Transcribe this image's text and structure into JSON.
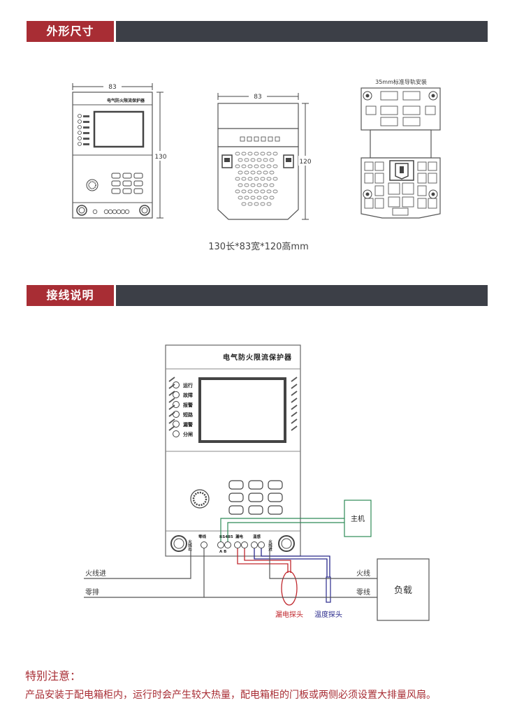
{
  "sections": {
    "dimensions": {
      "title": "外形尺寸"
    },
    "wiring": {
      "title": "接线说明"
    }
  },
  "dimensions": {
    "front": {
      "width_label": "83",
      "height_label": "130",
      "device_name": "电气防火限流保护器"
    },
    "side": {
      "width_label": "83",
      "height_label": "120"
    },
    "rail": {
      "label": "35mm标准导轨安装"
    },
    "caption": "130长*83宽*120高mm"
  },
  "device": {
    "title": "电气防火限流保护器",
    "indicators": [
      "运行",
      "故障",
      "报警",
      "短路",
      "漏警",
      "分闸"
    ],
    "terminals": {
      "live_out": "火线出",
      "neutral": "零线",
      "rs485": "RS485",
      "ab": "A  B",
      "leak": "漏电",
      "temp": "温感",
      "live_in": "火线进"
    }
  },
  "wiring": {
    "host_label": "主机",
    "load_label": "负载",
    "live_in_label": "火线进",
    "neutral_bar_label": "零排",
    "live_label": "火线",
    "neutral_label": "零线",
    "leak_probe_label": "漏电探头",
    "temp_probe_label": "温度探头",
    "colors": {
      "rs485": "#2e8b57",
      "leak": "#c0272d",
      "temp": "#2a2a8c",
      "line": "#555555"
    }
  },
  "notice": {
    "title": "特别注意：",
    "body": "产品安装于配电箱柜内，运行时会产生较大热量，配电箱柜的门板或两侧必须设置大排量风扇。"
  }
}
